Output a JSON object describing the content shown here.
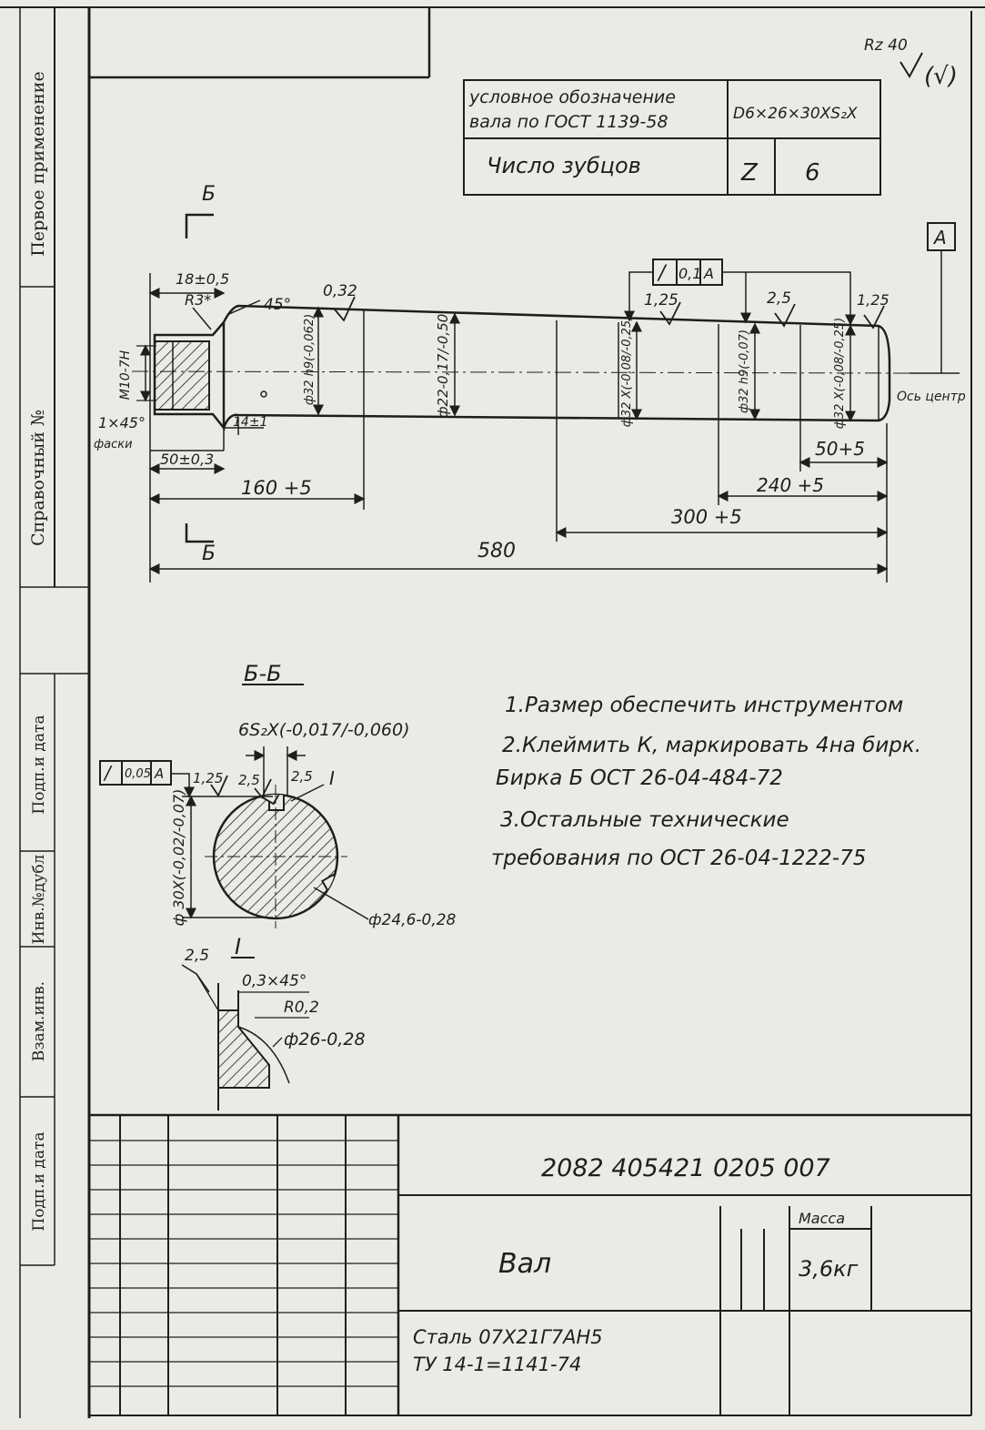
{
  "margin_strip": {
    "first_use": "Первое применение",
    "reference_no": "Справочный №",
    "sign_date_1": "Подп.и дата",
    "dupl_inv": "Инв.№дубл",
    "exch_inv": "Взам.инв.",
    "sign_date_2": "Подп.и дата"
  },
  "surface_finish": {
    "rz": "Rz 40",
    "mark": "(√)"
  },
  "spline_table": {
    "row1_label_line1": "условное обозначение",
    "row1_label_line2": "вала по ГОСТ 1139-58",
    "row1_value": "D6×26×30XS₂X",
    "row2_label": "Число зубцов",
    "row2_symbol": "Z",
    "row2_value": "6"
  },
  "datum": {
    "letter": "A",
    "axis_label": "Ось центр"
  },
  "section_marks": {
    "top": "Б",
    "bottom": "Б",
    "section_title": "Б-Б",
    "detail_label": "I"
  },
  "main_view": {
    "dim_18": "18±0,5",
    "dim_r3": "R3*",
    "dim_45": "45°",
    "rough_032": "0,32",
    "thread": "M10-7H",
    "chamfer": "1×45°",
    "chamfer_note": "фаски",
    "dim_14": "14±1",
    "dim_50_left": "50±0,3",
    "dim_160": "160 +5",
    "dim_580": "580",
    "dia_32_left": "ф32 h9(-0,062)",
    "dia_22": "ф22-0,17/-0,50",
    "dia_32_mid": "ф32 X(-0,08/-0,25)",
    "dia_32_h9": "ф32 h9(-0,07)",
    "dia_32_right": "ф32 X(-0,08/-0,25)",
    "runout_sym": "/",
    "runout_value": "0,1",
    "runout_datum": "A",
    "rough_125_a": "1,25",
    "rough_25": "2,5",
    "rough_125_b": "1,25",
    "dim_50_right": "50+5",
    "dim_240": "240 +5",
    "dim_300": "300 +5"
  },
  "section_view": {
    "width_tol": "6S₂X(-0,017/-0,060)",
    "runout_value": "0,05",
    "runout_datum": "A",
    "rough_125": "1,25",
    "rough_25a": "2,5",
    "rough_25b": "2,5",
    "dia_30": "ф 30X(-0,02/-0,07)",
    "dia_246": "ф24,6-0,28"
  },
  "detail_view": {
    "rough": "2,5",
    "chamfer": "0,3×45°",
    "radius": "R0,2",
    "dia": "ф26-0,28"
  },
  "notes": {
    "n1": "1.Размер обеспечить инструментом",
    "n2": "2.Клеймить К, маркировать 4на бирк.",
    "n2b": "Бирка Б ОСТ 26-04-484-72",
    "n3": "3.Остальные технические",
    "n3b": "требования по ОСТ 26-04-1222-75"
  },
  "title_block": {
    "doc_number": "2082 405421 0205 007",
    "part_name": "Вал",
    "mass_label": "Масса",
    "mass_value": "3,6кг",
    "material_line1": "Сталь 07Х21Г7АН5",
    "material_line2": "ТУ 14-1=1141-74"
  }
}
